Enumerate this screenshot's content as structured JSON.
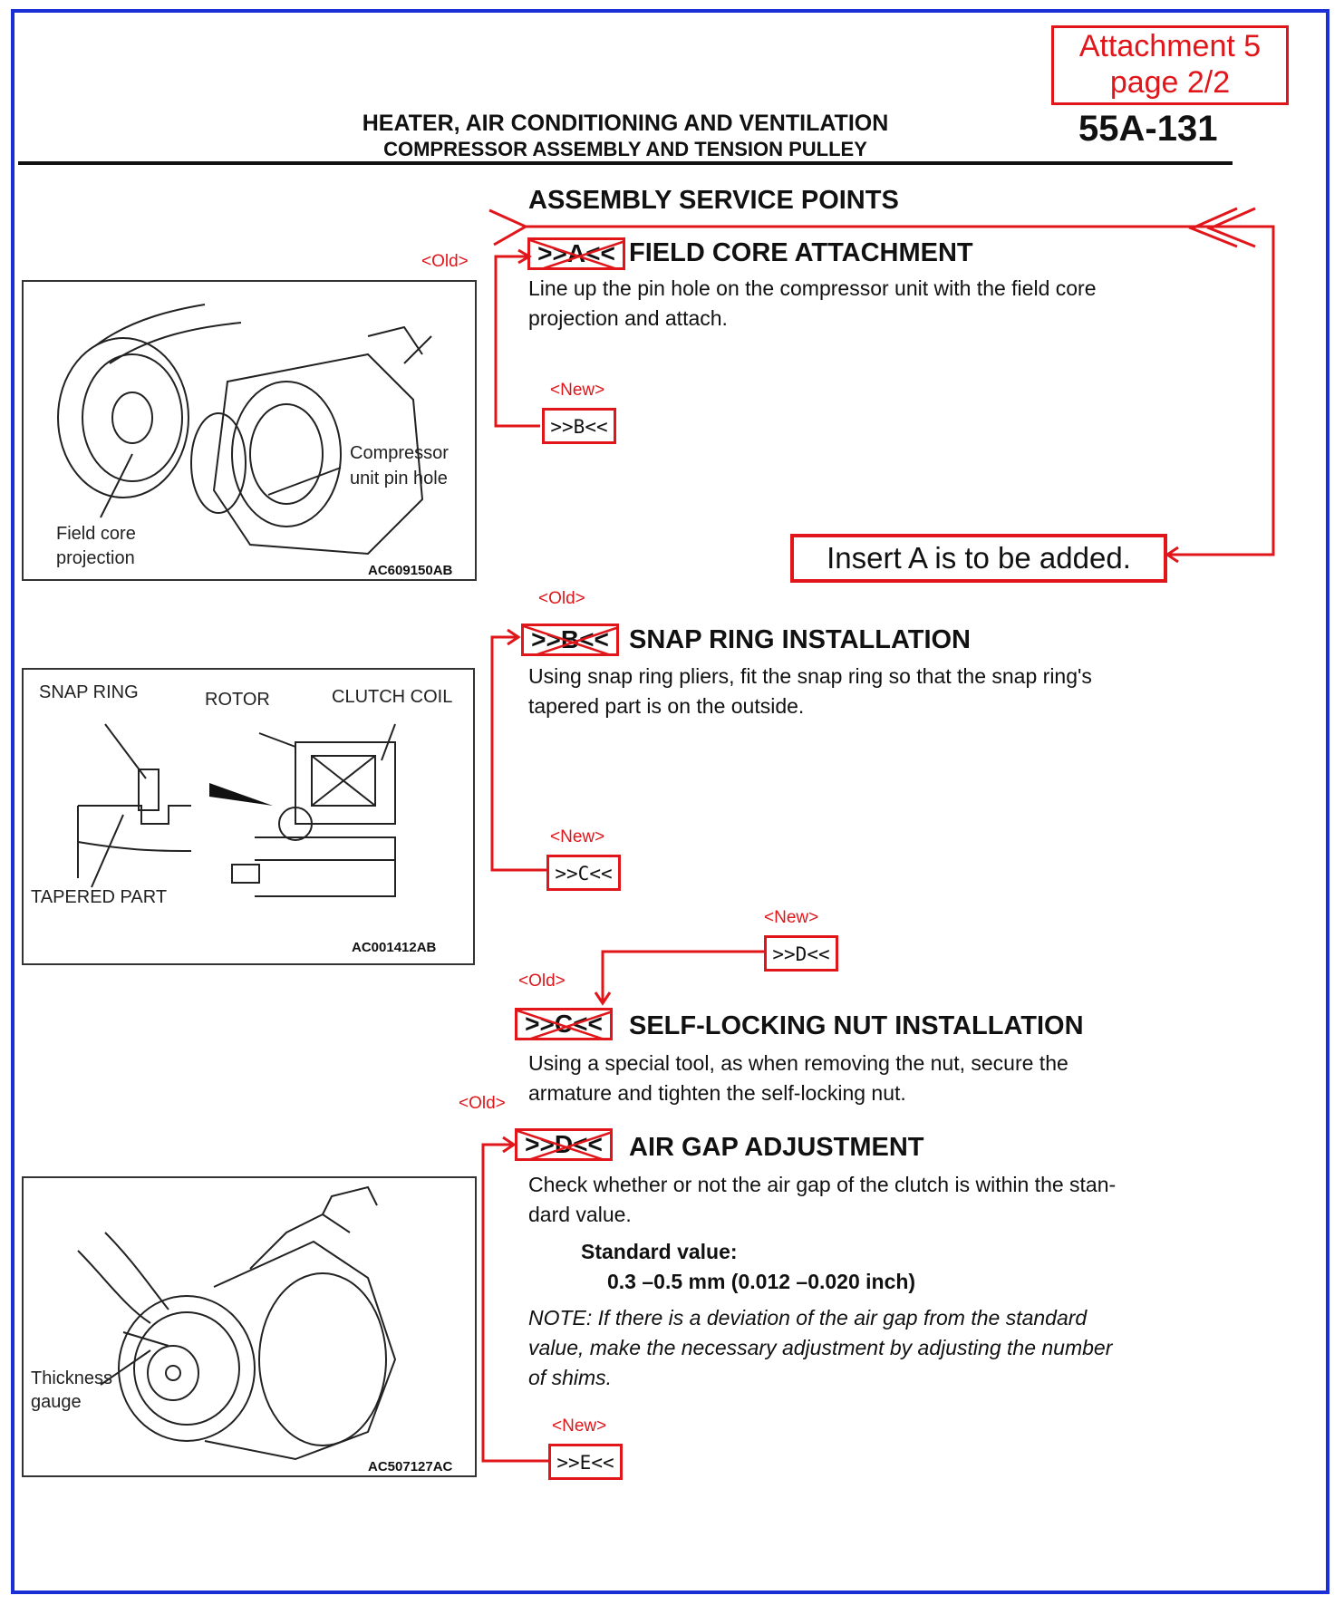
{
  "attachment": {
    "line1": "Attachment 5",
    "line2": "page 2/2"
  },
  "header": {
    "title": "HEATER, AIR CONDITIONING AND VENTILATION",
    "subtitle": "COMPRESSOR ASSEMBLY AND TENSION PULLEY",
    "page_number": "55A-131"
  },
  "section_title": "ASSEMBLY SERVICE POINTS",
  "insert_note": "Insert A is to be added.",
  "tags": {
    "old": "<Old>",
    "new": "<New>"
  },
  "points": [
    {
      "old_mark": ">>A<<",
      "new_mark": ">>B<<",
      "title": "FIELD CORE ATTACHMENT",
      "text1": "Line up the pin hole on the compressor unit with the field core",
      "text2": "projection and attach."
    },
    {
      "old_mark": ">>B<<",
      "new_mark": ">>C<<",
      "title": "SNAP RING INSTALLATION",
      "text1": "Using snap ring pliers, fit the snap ring so that the snap ring's",
      "text2": "tapered part is on the outside."
    },
    {
      "old_mark": ">>C<<",
      "new_mark": ">>D<<",
      "title": "SELF-LOCKING NUT INSTALLATION",
      "text1": "Using a special tool, as when removing the nut, secure the",
      "text2": "armature and tighten the self-locking nut."
    },
    {
      "old_mark": ">>D<<",
      "new_mark": ">>E<<",
      "title": "AIR GAP ADJUSTMENT",
      "text1": "Check whether or not the air gap of the clutch is within the stan-",
      "text2": "dard value.",
      "std_label": "Standard value:",
      "std_value": "0.3 –0.5 mm (0.012 –0.020 inch)",
      "note1": "NOTE: If there is a deviation of the air gap from the standard",
      "note2": "value, make the necessary adjustment by adjusting the number",
      "note3": "of shims."
    }
  ],
  "figures": {
    "fig1": {
      "label_a": "Compressor",
      "label_b": "unit pin hole",
      "label_c": "Field core",
      "label_d": "projection",
      "code": "AC609150AB"
    },
    "fig2": {
      "label_a": "SNAP RING",
      "label_b": "ROTOR",
      "label_c": "CLUTCH COIL",
      "label_d": "TAPERED PART",
      "code": "AC001412AB"
    },
    "fig3": {
      "label_a": "Thickness",
      "label_b": "gauge",
      "code": "AC507127AC"
    }
  },
  "colors": {
    "frame": "#1a2fd6",
    "markup": "#e0161b"
  }
}
